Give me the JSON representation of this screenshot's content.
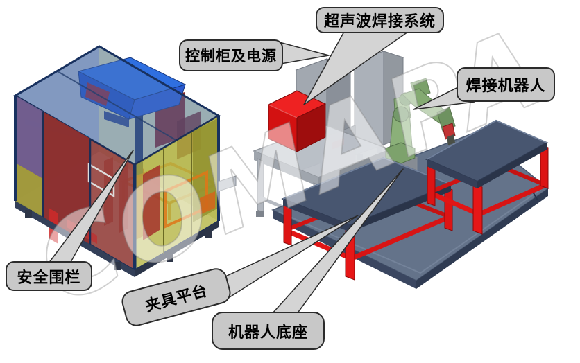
{
  "watermark": "COMAPA",
  "callouts": {
    "ultrasonic_system": "超声波焊接系统",
    "control_cabinet": "控制柜及电源",
    "welding_robot": "焊接机器人",
    "safety_fence": "安全围栏",
    "fixture_platform": "夹具平台",
    "robot_base": "机器人底座"
  },
  "colors": {
    "callout_fill": "#c8c8c8",
    "callout_border": "#2b2b2b",
    "enclosure_glass_blue": "#4f78bc",
    "enclosure_wall_yellow": "#b3b340",
    "enclosure_wall_maroon": "#93403c",
    "enclosure_wall_purple": "#6e5e95",
    "machine_blue": "#2f6fe0",
    "generator_red": "#e81f1f",
    "cabinet_gray": "#a8aeb6",
    "platform_slate": "#64738a",
    "table_top_slate": "#485670",
    "table_leg_red": "#dd1414",
    "robot_green": "#7da26c"
  }
}
